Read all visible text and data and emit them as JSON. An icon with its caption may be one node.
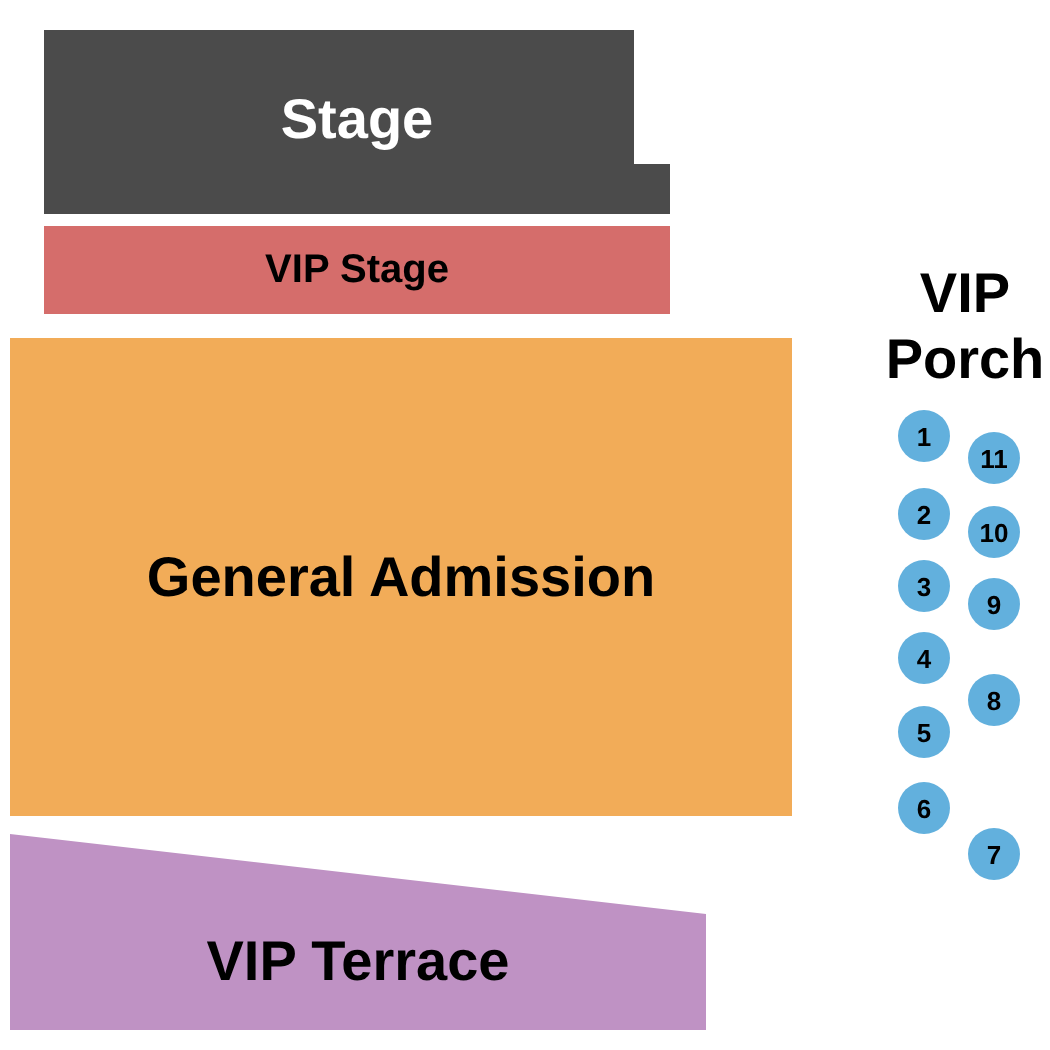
{
  "diagram": {
    "nodes": [
      {
        "text": [
          "Stage"
        ]
      },
      {
        "text": [
          "VIP Stage"
        ]
      },
      {
        "text": [
          "General Admission"
        ]
      },
      {
        "text": [
          "VIP Terrace"
        ]
      },
      {
        "text": [
          "1"
        ]
      },
      {
        "text": [
          "2"
        ]
      },
      {
        "text": [
          "3"
        ]
      },
      {
        "text": [
          "4"
        ]
      },
      {
        "text": [
          "5"
        ]
      },
      {
        "text": [
          "6"
        ]
      },
      {
        "text": [
          "7"
        ]
      },
      {
        "text": [
          "8"
        ]
      },
      {
        "text": [
          "9"
        ]
      },
      {
        "text": [
          "10"
        ]
      },
      {
        "text": [
          "11"
        ]
      }
    ],
    "labels": [
      "VIP Porch"
    ]
  }
}
